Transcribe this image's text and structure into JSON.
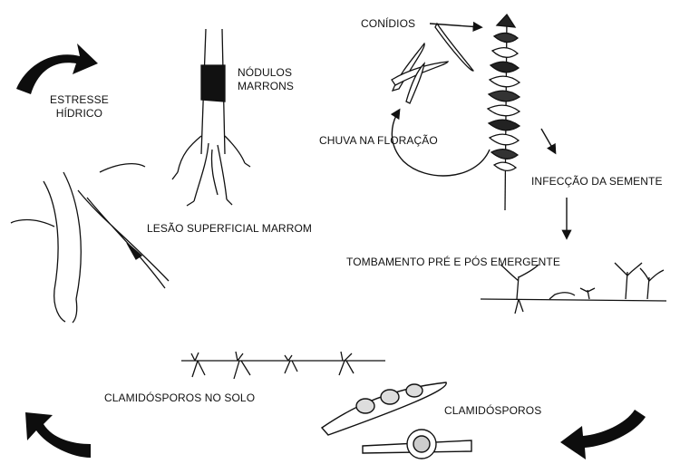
{
  "labels": {
    "estresse": [
      "ESTRESSE",
      "HÍDRICO"
    ],
    "nodulos": [
      "NÓDULOS",
      "MARRONS"
    ],
    "conidios": "CONÍDIOS",
    "chuva": "CHUVA NA FLORAÇÃO",
    "infeccao": "INFECÇÃO DA SEMENTE",
    "lesao": "LESÃO SUPERFICIAL MARROM",
    "tombamento": "TOMBAMENTO PRÉ E PÓS EMERGENTE",
    "clamidosporos_solo": "CLAMIDÓSPOROS NO SOLO",
    "clamidosporos": "CLAMIDÓSPOROS"
  },
  "colors": {
    "ink": "#111111",
    "arrow": "#0d0d0d"
  }
}
